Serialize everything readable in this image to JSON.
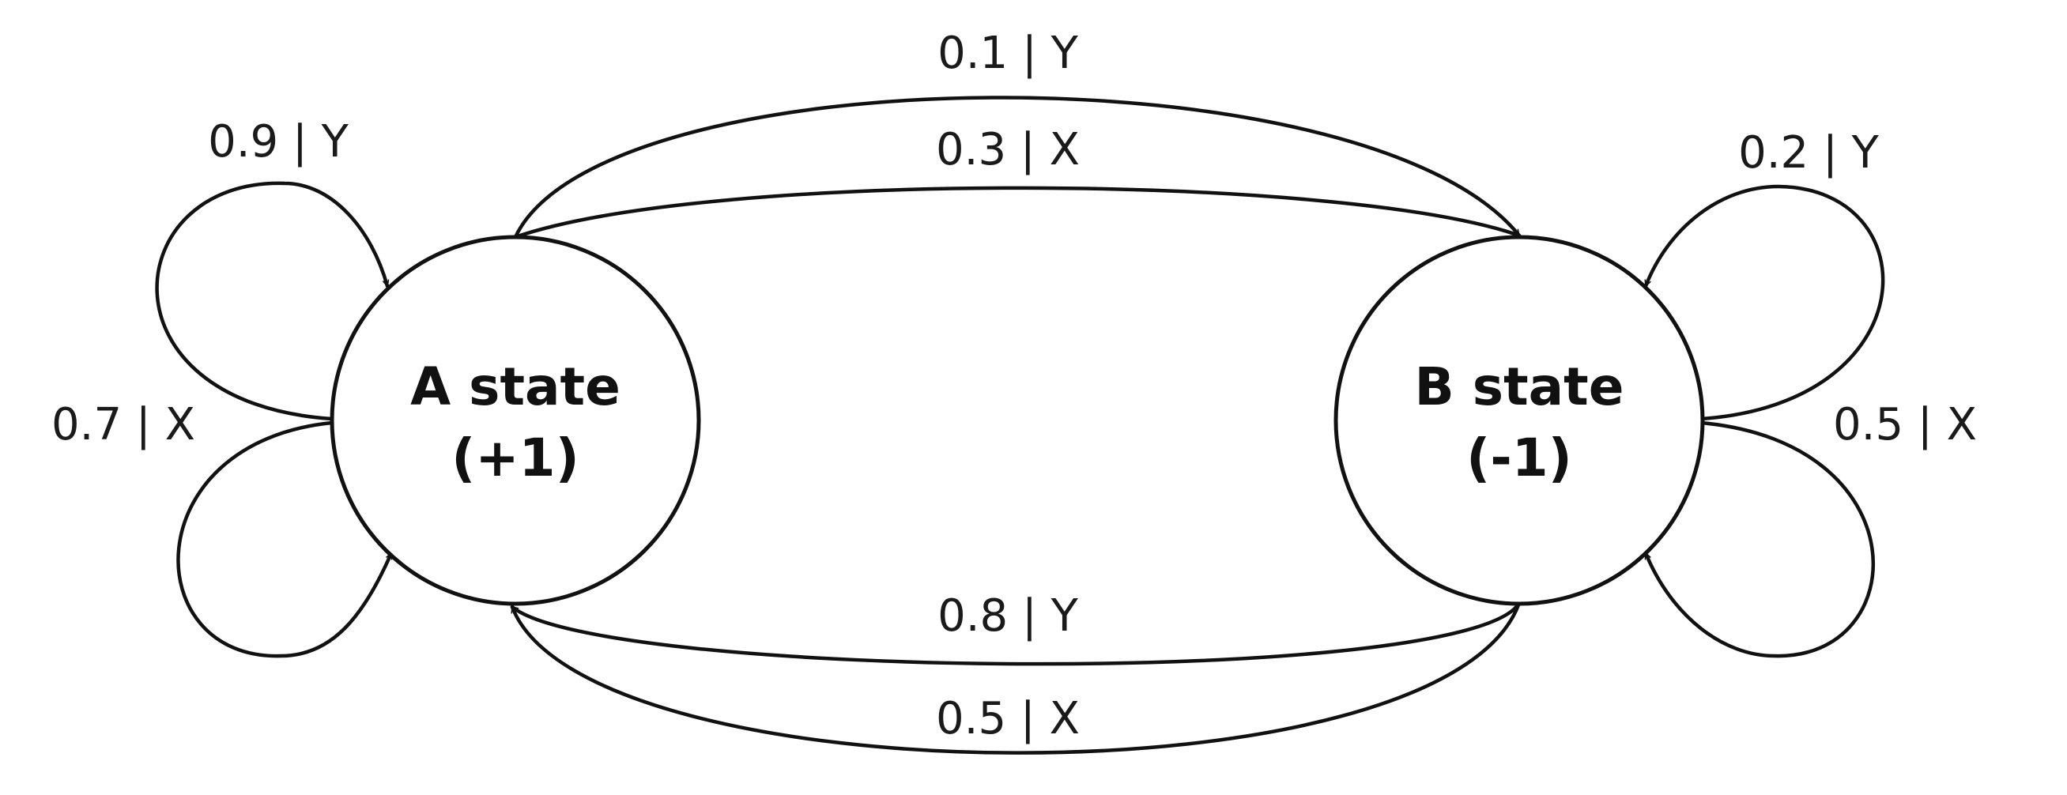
{
  "colors": {
    "stroke": "#111111",
    "text": "#1a1a1a",
    "background": "#ffffff"
  },
  "states": [
    {
      "id": "a",
      "name": "A state",
      "value": "(+1)"
    },
    {
      "id": "b",
      "name": "B state",
      "value": "(-1)"
    }
  ],
  "transitions": [
    {
      "id": "a-to-b-y",
      "from": "A state",
      "to": "B state",
      "label": "0.1 | Y"
    },
    {
      "id": "a-to-b-x",
      "from": "A state",
      "to": "B state",
      "label": "0.3 | X"
    },
    {
      "id": "b-to-a-y",
      "from": "B state",
      "to": "A state",
      "label": "0.8 | Y"
    },
    {
      "id": "b-to-a-x",
      "from": "B state",
      "to": "A state",
      "label": "0.5 | X"
    },
    {
      "id": "a-self-y",
      "from": "A state",
      "to": "A state",
      "label": "0.9 | Y"
    },
    {
      "id": "a-self-x",
      "from": "A state",
      "to": "A state",
      "label": "0.7 | X"
    },
    {
      "id": "b-self-y",
      "from": "B state",
      "to": "B state",
      "label": "0.2 | Y"
    },
    {
      "id": "b-self-x",
      "from": "B state",
      "to": "B state",
      "label": "0.5 | X"
    }
  ]
}
